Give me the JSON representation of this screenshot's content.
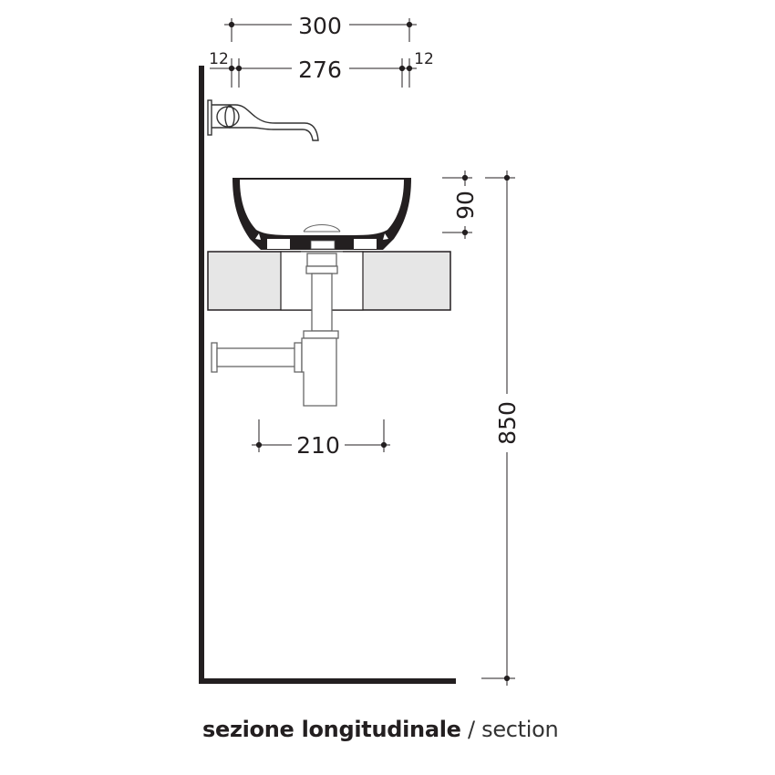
{
  "drawing": {
    "title": "sezione longitudinale",
    "separator": "/",
    "subtitle": "section",
    "units": "mm",
    "colors": {
      "ink": "#231f20",
      "countertop_fill": "#e6e6e6",
      "background": "#ffffff"
    },
    "dimensions": {
      "basin_outer_width": "300",
      "basin_inner_width": "276",
      "wall_thickness_left": "12",
      "wall_thickness_right": "12",
      "basin_height": "90",
      "floor_to_rim_height": "850",
      "trap_projection": "210"
    },
    "components": [
      {
        "name": "wall",
        "label": ""
      },
      {
        "name": "floor",
        "label": ""
      },
      {
        "name": "wall-mounted faucet",
        "label": ""
      },
      {
        "name": "countertop basin",
        "label": ""
      },
      {
        "name": "countertop / vanity shelf",
        "label": ""
      },
      {
        "name": "drain waste",
        "label": ""
      },
      {
        "name": "bottle trap",
        "label": ""
      }
    ]
  }
}
